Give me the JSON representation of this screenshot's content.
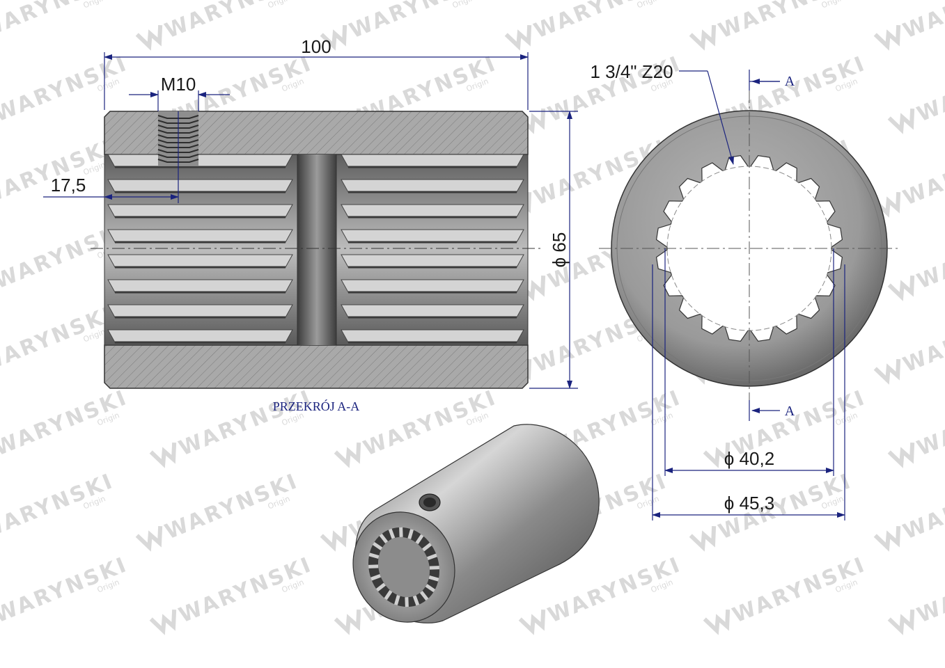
{
  "watermark": {
    "brand": "WARYNSKI",
    "tagline": "Origin"
  },
  "section": {
    "caption": "PRZEKRÓJ A-A",
    "length": "100",
    "thread": "M10",
    "thread_offset": "17,5",
    "outer_diameter": "ϕ 65"
  },
  "end_view": {
    "spline": "1 3/4\" Z20",
    "section_mark": "A",
    "minor_diameter": "ϕ 40,2",
    "major_diameter": "ϕ 45,3"
  },
  "colors": {
    "dimension_line": "#1a237e",
    "text": "#1a1a1a",
    "metal": "#9a9a9a",
    "hatch": "#6e6e6e"
  }
}
